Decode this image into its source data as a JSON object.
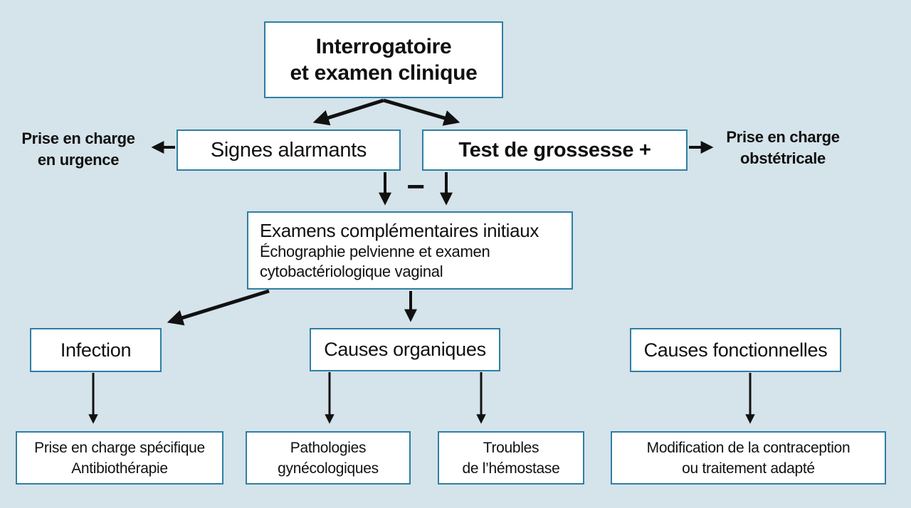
{
  "colors": {
    "background": "#d5e3ea",
    "box_border": "#2e7fa4",
    "box_fill": "#ffffff",
    "arrow": "#111111",
    "text": "#111111"
  },
  "nodes": {
    "interrogatoire": {
      "label": "Interrogatoire\net examen clinique"
    },
    "signes_alarmants": {
      "label": "Signes alarmants"
    },
    "test_grossesse": {
      "label": "Test de grossesse +"
    },
    "prise_en_charge_urgence": {
      "label": "Prise en charge\nen urgence"
    },
    "prise_en_charge_obstetricale": {
      "label": "Prise en charge\nobstétricale"
    },
    "test_negatif": {
      "label": "−"
    },
    "examens": {
      "title": "Examens complémentaires initiaux",
      "subtitle": "Échographie pelvienne et examen\ncytobactériologique vaginal"
    },
    "infection": {
      "label": "Infection"
    },
    "causes_organiques": {
      "label": "Causes organiques"
    },
    "causes_fonctionnelles": {
      "label": "Causes fonctionnelles"
    },
    "prise_en_charge_specifique": {
      "label": "Prise en charge spécifique\nAntibiothérapie"
    },
    "pathologies_gynecologiques": {
      "label": "Pathologies\ngynécologiques"
    },
    "troubles_hemostase": {
      "label": "Troubles\nde l’hémostase"
    },
    "modification_contraception": {
      "label": "Modification de la contraception\nou traitement adapté"
    }
  }
}
